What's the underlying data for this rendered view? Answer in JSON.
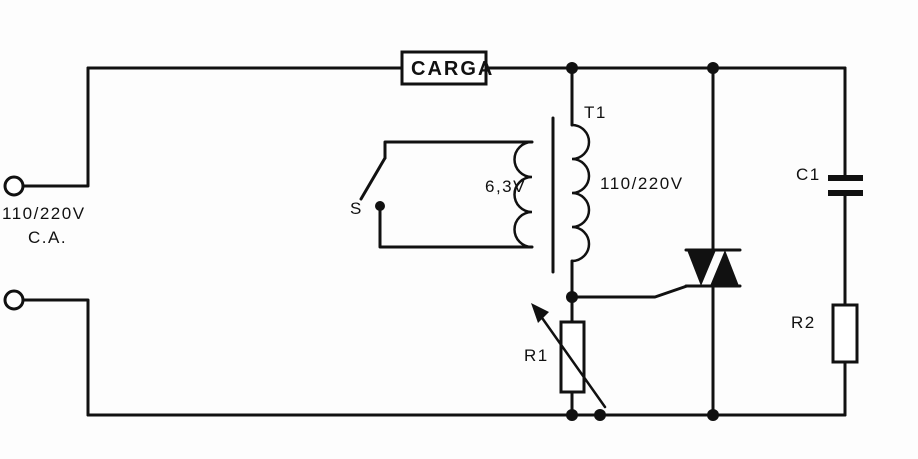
{
  "diagram": {
    "labels": {
      "load": "CARGA",
      "source_voltage": "110/220V",
      "source_type": "C.A.",
      "transformer": "T1",
      "secondary_voltage": "110/220V",
      "primary_voltage": "6,3V",
      "switch": "S",
      "capacitor": "C1",
      "rheostat": "R1",
      "resistor": "R2"
    }
  }
}
